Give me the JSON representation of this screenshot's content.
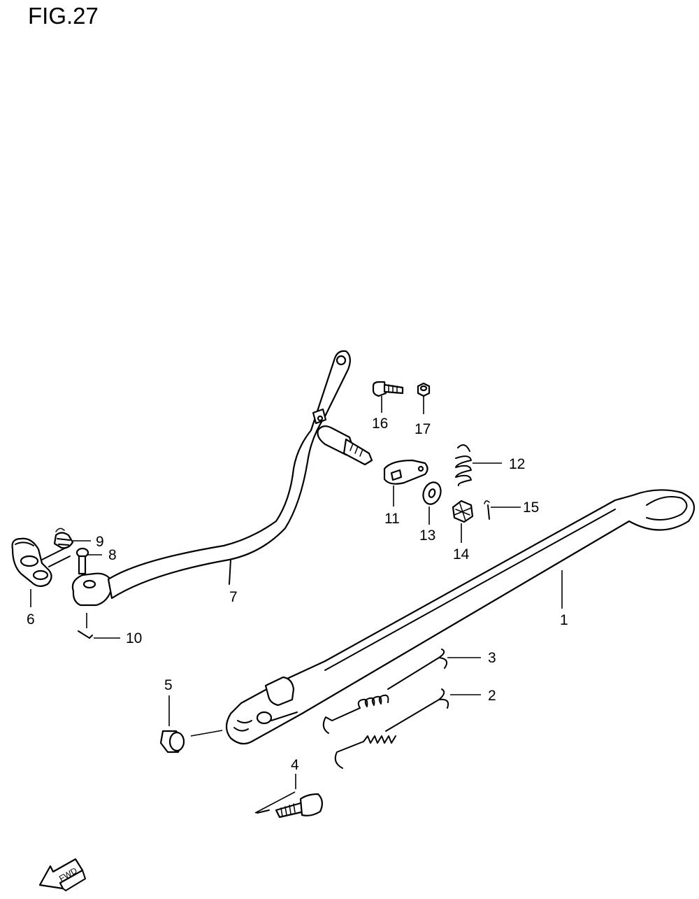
{
  "figure": {
    "title": "FIG.27"
  },
  "direction_badge": {
    "label": "FWD"
  },
  "labels": {
    "p1": "1",
    "p2": "2",
    "p3": "3",
    "p4": "4",
    "p5": "5",
    "p6": "6",
    "p7": "7",
    "p8": "8",
    "p9": "9",
    "p10": "10",
    "p11": "11",
    "p12": "12",
    "p13": "13",
    "p14": "14",
    "p15": "15",
    "p16": "16",
    "p17": "17"
  }
}
